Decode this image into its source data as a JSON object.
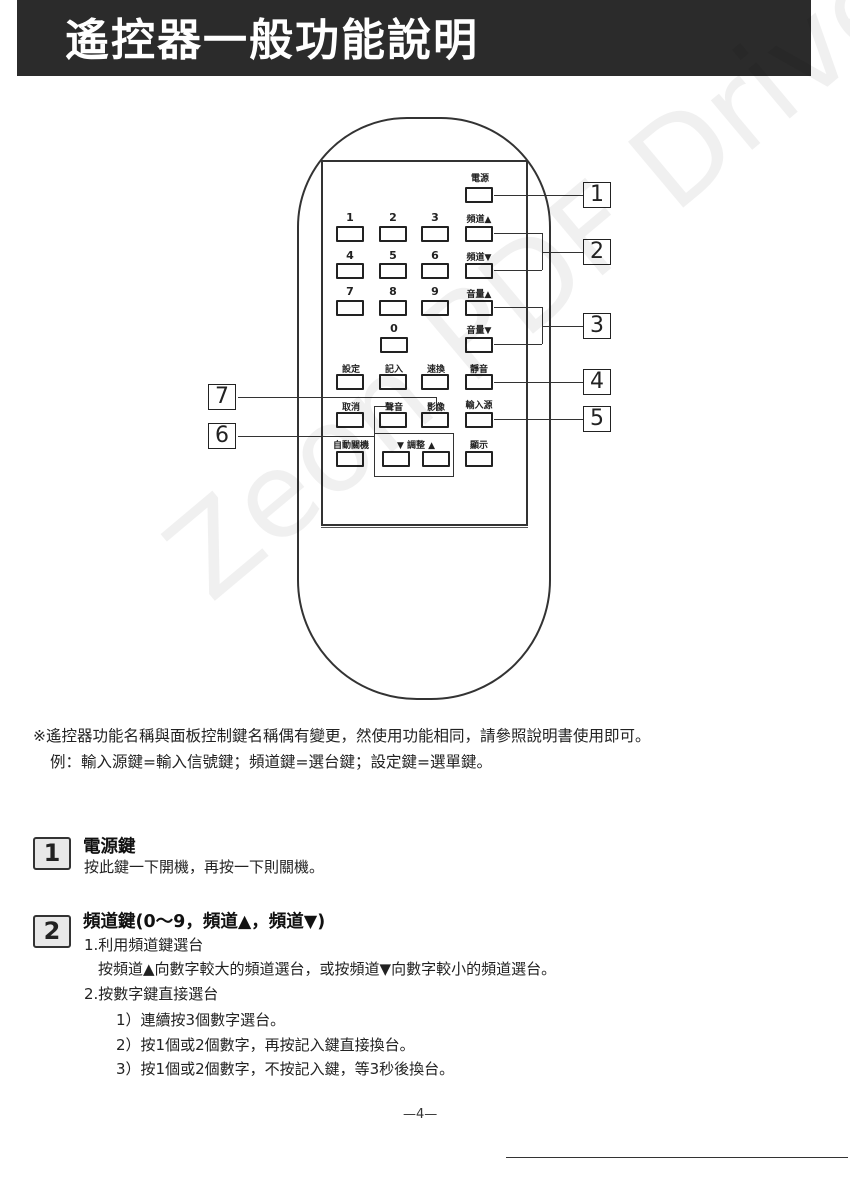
{
  "header": {
    "title": "遙控器一般功能說明"
  },
  "remote": {
    "power_label": "電源",
    "digits": [
      "1",
      "2",
      "3",
      "4",
      "5",
      "6",
      "7",
      "8",
      "9",
      "0"
    ],
    "ch_up": "頻道▲",
    "ch_down": "頻道▼",
    "vol_up": "音量▲",
    "vol_down": "音量▼",
    "setup": "設定",
    "memory": "記入",
    "swap": "速換",
    "mute": "靜音",
    "cancel": "取消",
    "sound": "聲音",
    "picture": "影像",
    "input": "輸入源",
    "auto_off": "自動關機",
    "adjust": "▼ 調整 ▲",
    "display": "顯示"
  },
  "callouts": [
    "1",
    "2",
    "3",
    "4",
    "5",
    "7",
    "6"
  ],
  "watermark": "Zeon PDF Driver Trial  www.zeon.com.tw",
  "notes": [
    "※遙控器功能名稱與面板控制鍵名稱偶有變更，然使用功能相同，請參照說明書使用即可。",
    "例：輸入源鍵=輸入信號鍵；頻道鍵=選台鍵；設定鍵=選單鍵。"
  ],
  "sections": [
    {
      "number": "1",
      "title": "電源鍵",
      "lines": [
        "按此鍵一下開機，再按一下則關機。"
      ]
    },
    {
      "number": "2",
      "title": "頻道鍵(0～9，頻道▲，頻道▼)",
      "lines": [
        "1.利用頻道鍵選台",
        "按頻道▲向數字較大的頻道選台，或按頻道▼向數字較小的頻道選台。",
        "2.按數字鍵直接選台",
        "1）連續按3個數字選台。",
        "2）按1個或2個數字，再按記入鍵直接換台。",
        "3）按1個或2個數字，不按記入鍵，等3秒後換台。"
      ]
    }
  ],
  "footer": {
    "page": "—4—"
  }
}
